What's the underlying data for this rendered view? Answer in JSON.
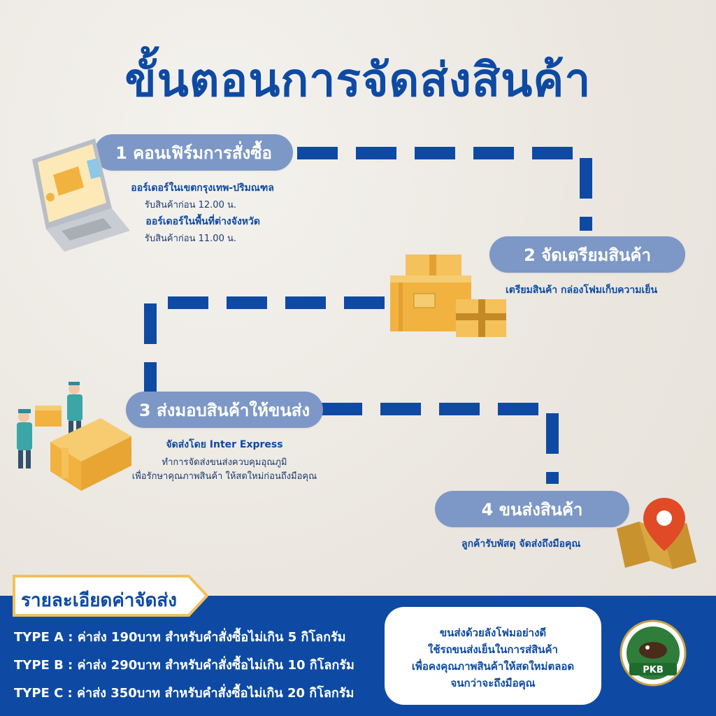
{
  "title": "ขั้นตอนการจัดส่งสินค้า",
  "steps": [
    {
      "label": "1 คอนเฟิร์มการสั่งซื้อ",
      "lines": [
        {
          "text": "ออร์เดอร์ในเขตกรุงเทพ-ปริมณฑล",
          "bold": true
        },
        {
          "text": "รับสินค้าก่อน 12.00 น.",
          "bold": false
        },
        {
          "text": "ออร์เดอร์ในพื้นที่ต่างจังหวัด",
          "bold": true
        },
        {
          "text": "รับสินค้าก่อน 11.00 น.",
          "bold": false
        }
      ]
    },
    {
      "label": "2 จัดเตรียมสินค้า",
      "lines": [
        {
          "text": "เตรียมสินค้า กล่องโฟมเก็บความเย็น",
          "bold": true
        }
      ]
    },
    {
      "label": "3 ส่งมอบสินค้าให้ขนส่ง",
      "lines": [
        {
          "text": "จัดส่งโดย Inter Express",
          "bold": true
        },
        {
          "text": "ทำการจัดส่งขนส่งควบคุมอุณภูมิ",
          "bold": false
        },
        {
          "text": "เพื่อรักษาคุณภาพสินค้า ให้สดใหม่ก่อนถึงมือคุณ",
          "bold": false
        }
      ]
    },
    {
      "label": "4 ขนส่งสินค้า",
      "lines": [
        {
          "text": "ลูกค้ารับพัสดุ จัดส่งถึงมือคุณ",
          "bold": true
        }
      ]
    }
  ],
  "shipping_details": {
    "heading": "รายละเอียดค่าจัดส่ง",
    "types": [
      "TYPE A : ค่าส่ง 190บาท สำหรับคำสั่งซื้อไม่เกิน 5 กิโลกรัม",
      "TYPE B : ค่าส่ง 290บาท สำหรับคำสั่งซื้อไม่เกิน 10 กิโลกรัม",
      "TYPE C : ค่าส่ง 350บาท สำหรับคำสั่งซื้อไม่เกิน 20 กิโลกรัม"
    ]
  },
  "note": [
    "ขนส่งด้วยลังโฟมอย่างดี",
    "ใช้รถขนส่งเย็นในการส่สินค้า",
    "เพื่อคงคุณภาพสินค้าให้สดใหม่ตลอด",
    "จนกว่าจะถึงมือคุณ"
  ],
  "logo": {
    "text": "PKB"
  },
  "colors": {
    "primary": "#0e4aa3",
    "pill": "#7d98c6",
    "box": "#f2b23f",
    "pin": "#e04a26"
  },
  "icons": [
    "laptop-icon",
    "boxes-icon",
    "delivery-people-icon",
    "map-pin-icon",
    "pkb-logo-icon"
  ]
}
